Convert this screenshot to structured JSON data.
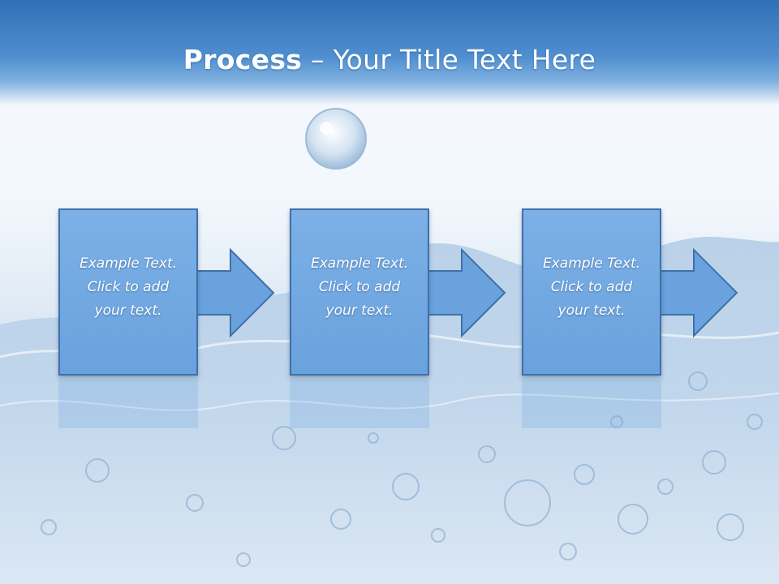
{
  "slide": {
    "title_bold": "Process",
    "title_rest": " – Your Title Text Here",
    "steps": [
      {
        "text": "Example Text.\nClick  to add\nyour text."
      },
      {
        "text": "Example Text.\nClick  to add\nyour text."
      },
      {
        "text": "Example Text.\nClick  to add\nyour text."
      }
    ]
  },
  "colors": {
    "header": "#2f6fb4",
    "box_fill": "#6aa2de",
    "box_border": "#3f70a8",
    "text": "#ffffff"
  }
}
